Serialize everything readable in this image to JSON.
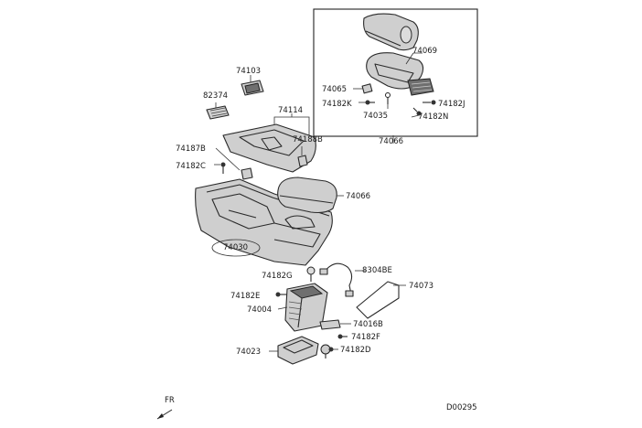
{
  "diagram": {
    "fr_label": "FR",
    "code": "D00295",
    "inset": {
      "labels": {
        "p74069": "74069",
        "p74065": "74065",
        "p74182K": "74182K",
        "p74182J": "74182J",
        "p74035": "74035",
        "p74182N": "74182N",
        "p74066": "74066"
      }
    },
    "labels": {
      "p74103": "74103",
      "p82374": "82374",
      "p74114": "74114",
      "p74188B": "74188B",
      "p74187B": "74187B",
      "p74182C": "74182C",
      "p74066b": "74066",
      "p74030": "74030",
      "p8304BE": "8304BE",
      "p74073": "74073",
      "p74182G": "74182G",
      "p74182E": "74182E",
      "p74004": "74004",
      "p74016B": "74016B",
      "p74182F": "74182F",
      "p74023": "74023",
      "p74182D": "74182D"
    }
  }
}
